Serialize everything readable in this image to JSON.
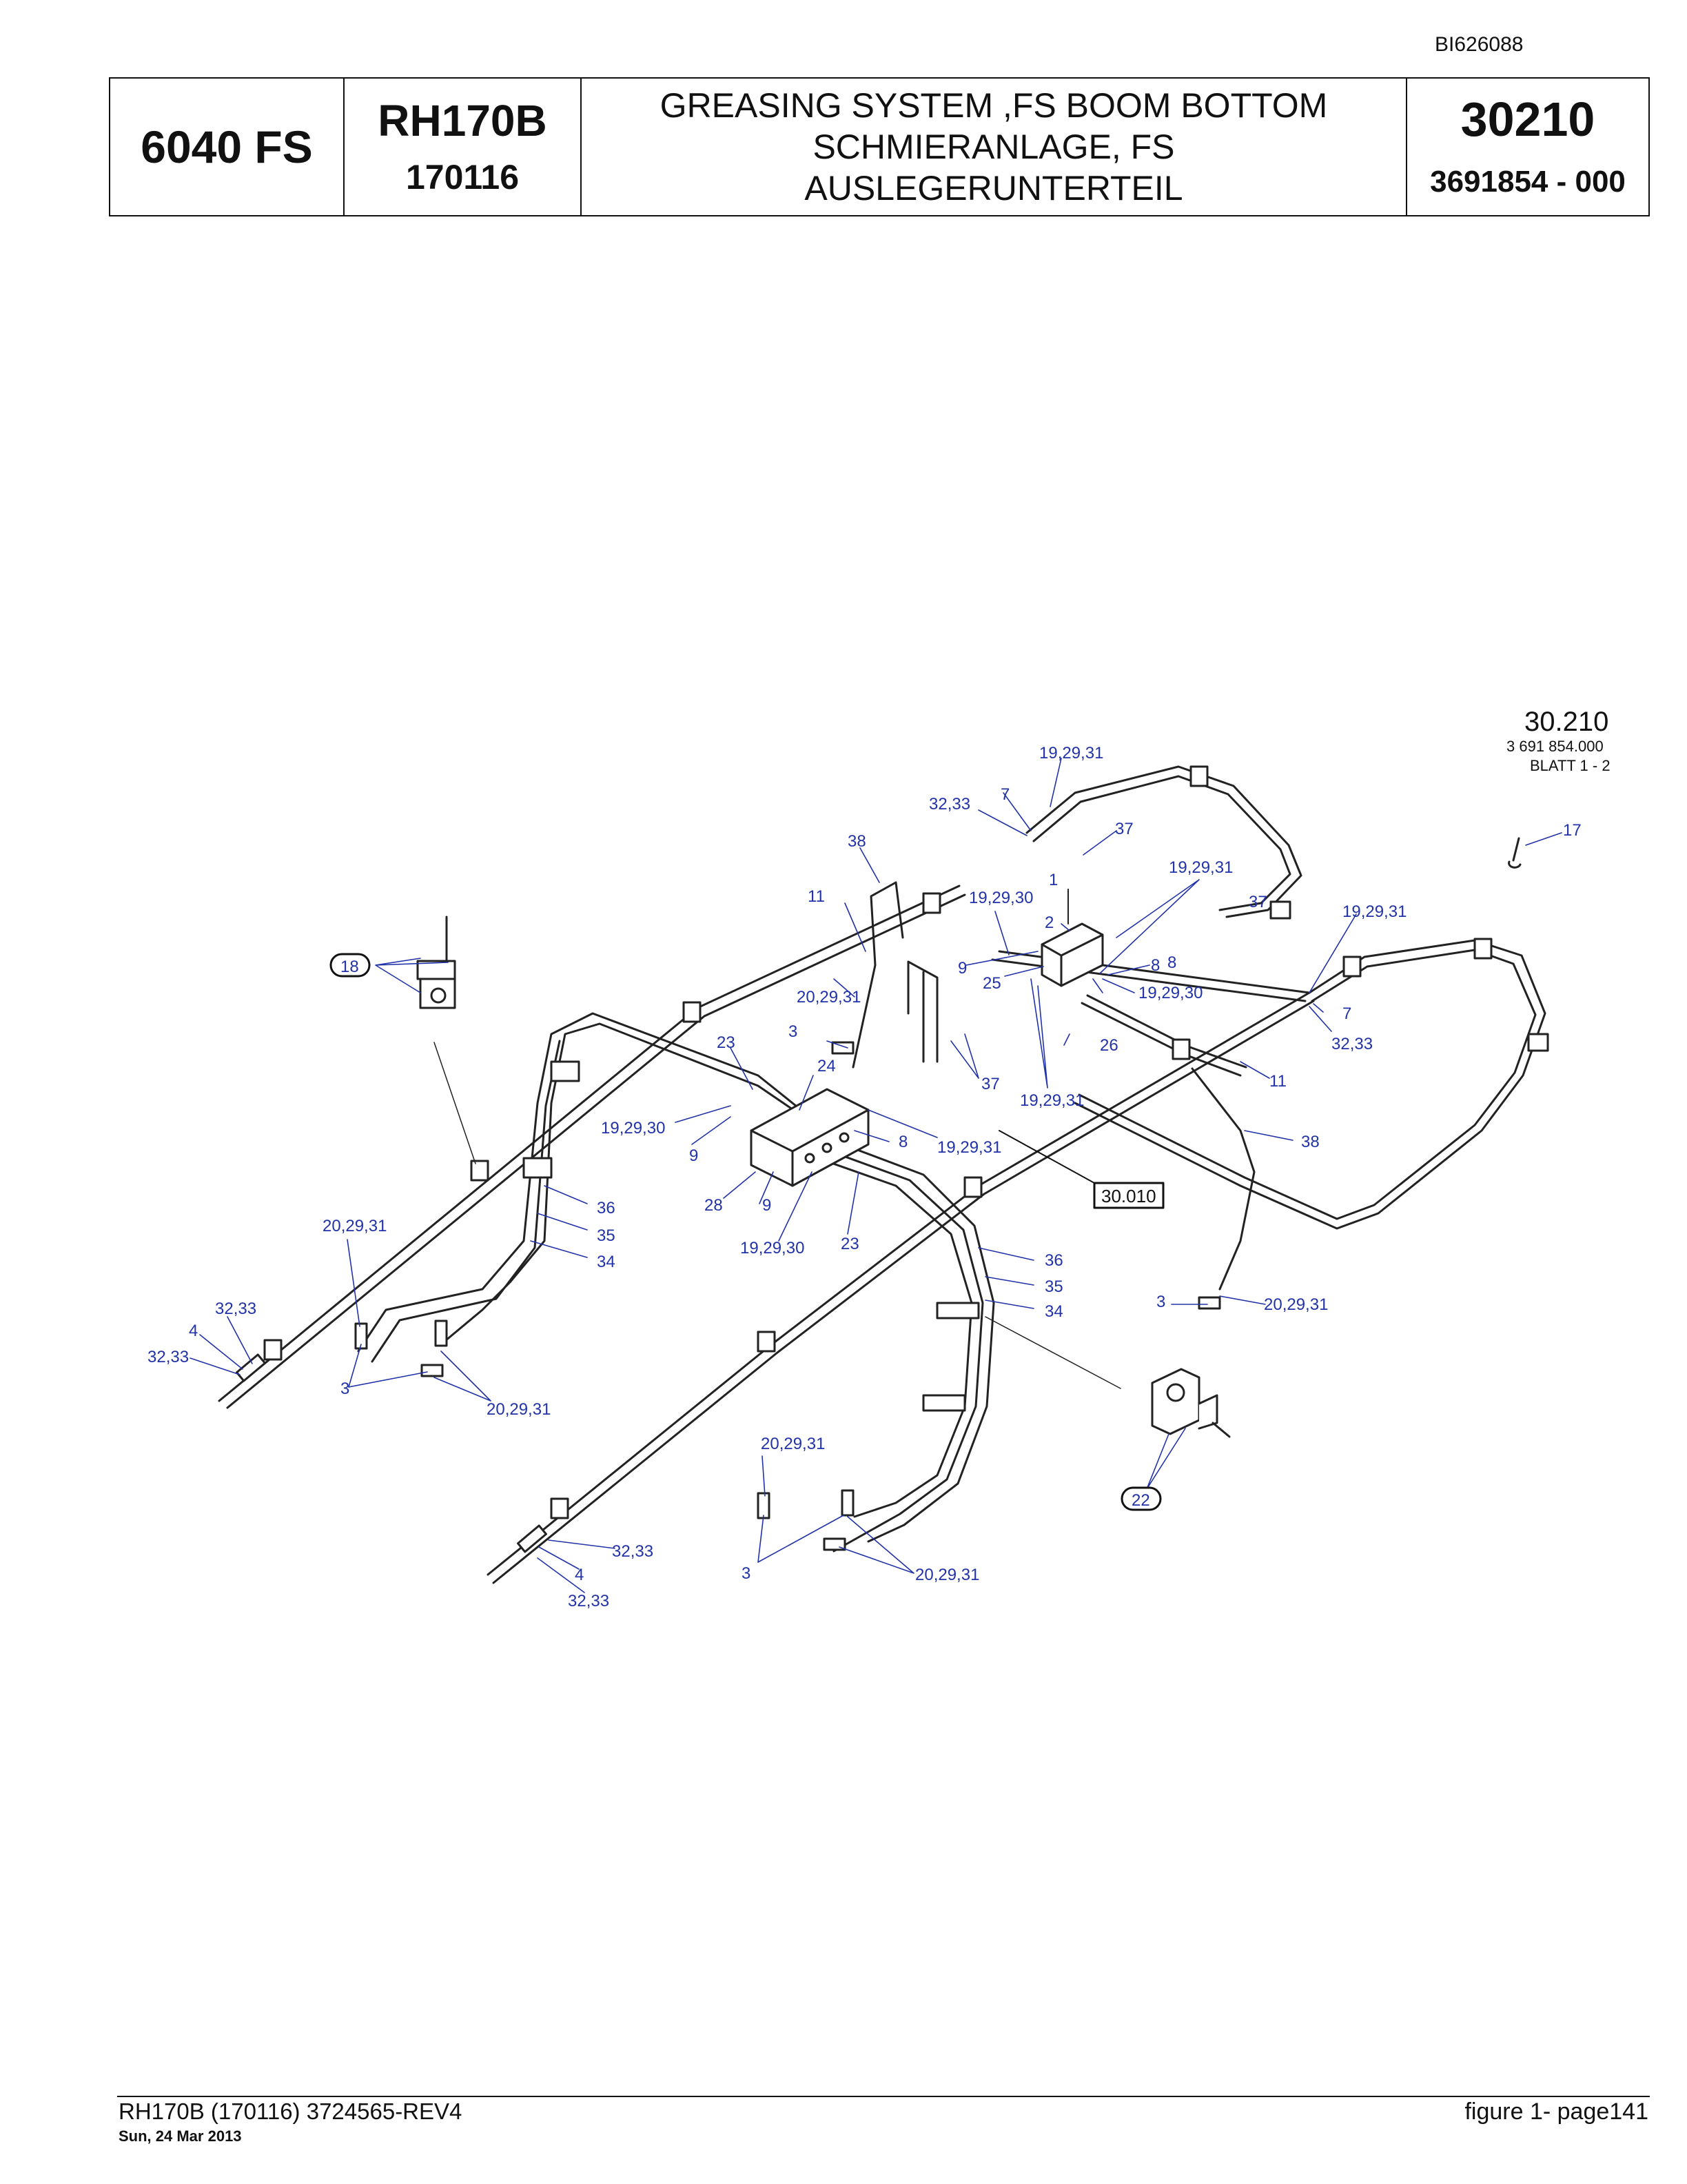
{
  "doc_id": "BI626088",
  "header": {
    "model_code": "6040 FS",
    "machine": "RH170B",
    "serial": "170116",
    "title_lines": [
      "GREASING SYSTEM ,FS BOOM BOTTOM",
      "SCHMIERANLAGE, FS",
      "AUSLEGERUNTERTEIL"
    ],
    "figure_number": "30210",
    "part_number": "3691854  - 000"
  },
  "drawing": {
    "stamp_title": "30.210",
    "stamp_number": "3 691 854.000",
    "stamp_sheet": "BLATT 1 - 2",
    "ref_boxes": [
      "30.010"
    ],
    "circled_callouts": [
      "18",
      "22"
    ],
    "callouts": [
      "19,29,31",
      "32,33",
      "7",
      "37",
      "38",
      "17",
      "11",
      "19,29,30",
      "1",
      "19,29,31",
      "37",
      "19,29,31",
      "2",
      "9",
      "25",
      "8",
      "20,29,31",
      "19,29,30",
      "7",
      "3",
      "23",
      "8",
      "26",
      "32,33",
      "24",
      "37",
      "19,29,31",
      "11",
      "19,29,30",
      "9",
      "8",
      "19,29,31",
      "38",
      "36",
      "28",
      "9",
      "20,29,31",
      "35",
      "34",
      "19,29,30",
      "23",
      "36",
      "35",
      "34",
      "32,33",
      "3",
      "20,29,31",
      "4",
      "32,33",
      "3",
      "20,29,31",
      "20,29,31",
      "32,33",
      "4",
      "3",
      "20,29,31",
      "32,33"
    ]
  },
  "footer": {
    "left": "RH170B (170116) 3724565-REV4",
    "date": "Sun, 24 Mar 2013",
    "right": "figure  1- page141"
  }
}
